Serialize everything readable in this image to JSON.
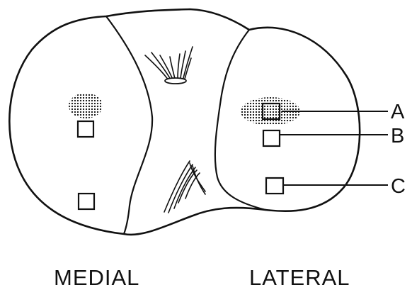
{
  "labels": {
    "medial": "MEDIAL",
    "lateral": "LATERAL"
  },
  "markers": {
    "a": "A",
    "b": "B",
    "c": "C"
  },
  "colors": {
    "ink": "#111111",
    "background": "#ffffff"
  }
}
